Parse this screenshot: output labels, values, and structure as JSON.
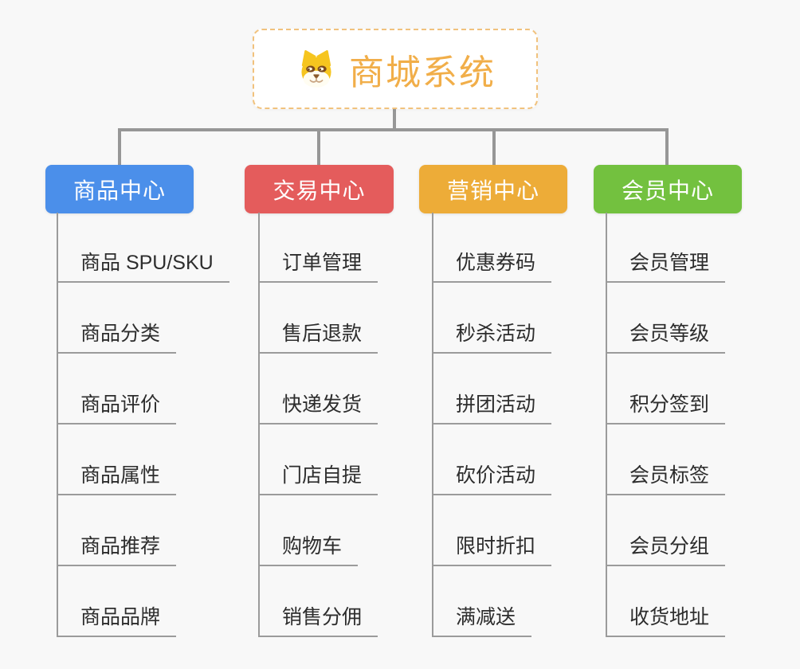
{
  "root": {
    "title": "商城系统",
    "icon": "dog-face-icon"
  },
  "branches": [
    {
      "label": "商品中心",
      "color": "#4B8FEA",
      "children": [
        "商品 SPU/SKU",
        "商品分类",
        "商品评价",
        "商品属性",
        "商品推荐",
        "商品品牌"
      ]
    },
    {
      "label": "交易中心",
      "color": "#E45C5C",
      "children": [
        "订单管理",
        "售后退款",
        "快递发货",
        "门店自提",
        "购物车",
        "销售分佣"
      ]
    },
    {
      "label": "营销中心",
      "color": "#EDAC38",
      "children": [
        "优惠券码",
        "秒杀活动",
        "拼团活动",
        "砍价活动",
        "限时折扣",
        "满减送"
      ]
    },
    {
      "label": "会员中心",
      "color": "#73C13F",
      "children": [
        "会员管理",
        "会员等级",
        "积分签到",
        "会员标签",
        "会员分组",
        "收货地址"
      ]
    }
  ],
  "colors": {
    "connector": "#979797",
    "leaf_line": "#9B9B9B",
    "root_text": "#F1AE49",
    "root_border": "#F1C27D",
    "background": "#F8F8F8"
  }
}
